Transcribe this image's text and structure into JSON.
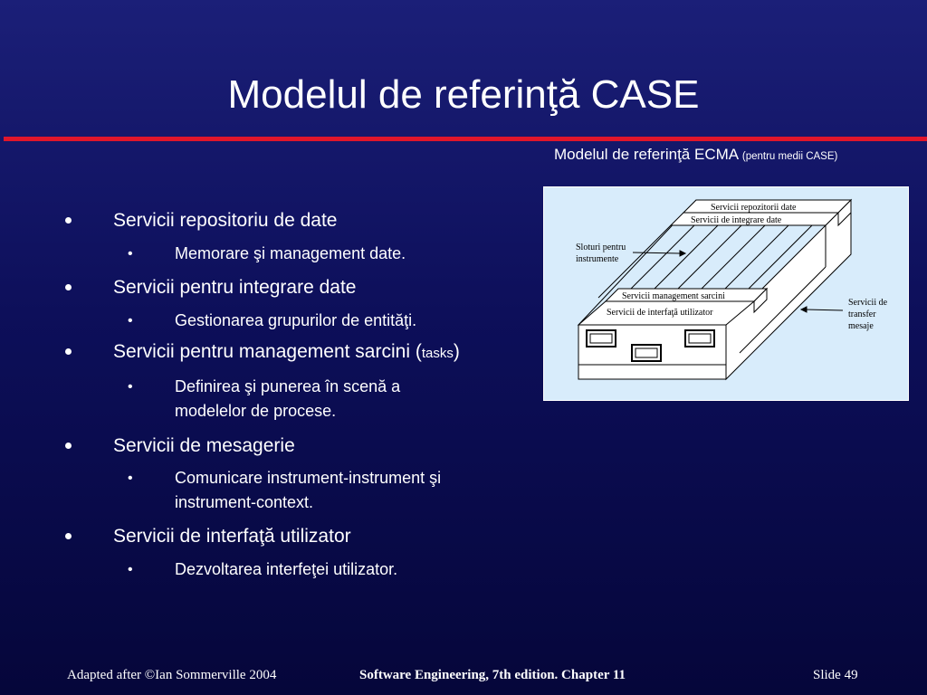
{
  "slide": {
    "title": "Modelul de referinţă CASE",
    "figure_caption": "Modelul de referinţă ECMA",
    "figure_caption_small": "(pentru medii CASE)",
    "bullets": [
      {
        "text": "Servicii repositoriu de date",
        "sub": [
          "Memorare şi management date."
        ]
      },
      {
        "text": "Servicii pentru integrare date",
        "sub": [
          "Gestionarea grupurilor de entităţi."
        ]
      },
      {
        "text": "Servicii pentru management sarcini (",
        "text_small": "tasks",
        "text_end": ")",
        "sub": [
          "Definirea şi punerea în scenă a",
          "modelelor de procese."
        ]
      },
      {
        "text": "Servicii de mesagerie",
        "sub": [
          "Comunicare instrument-instrument şi",
          "instrument-context."
        ]
      },
      {
        "text": "Servicii de interfaţă utilizator",
        "sub": [
          "Dezvoltarea interfeţei utilizator."
        ]
      }
    ],
    "diagram": {
      "repo_label": "Servicii repozitorii date",
      "integration_label": "Servicii de integrare date",
      "slots_label_1": "Sloturi pentru",
      "slots_label_2": "instrumente",
      "task_mgmt_label": "Servicii management sarcini",
      "ui_label": "Servicii de interfaţă utilizator",
      "transfer_label_1": "Servicii de",
      "transfer_label_2": "transfer",
      "transfer_label_3": "mesaje"
    }
  },
  "footer": {
    "left": "Adapted after ©Ian Sommerville 2004",
    "center": "Software Engineering, 7th edition. Chapter 11",
    "right": "Slide 49"
  }
}
